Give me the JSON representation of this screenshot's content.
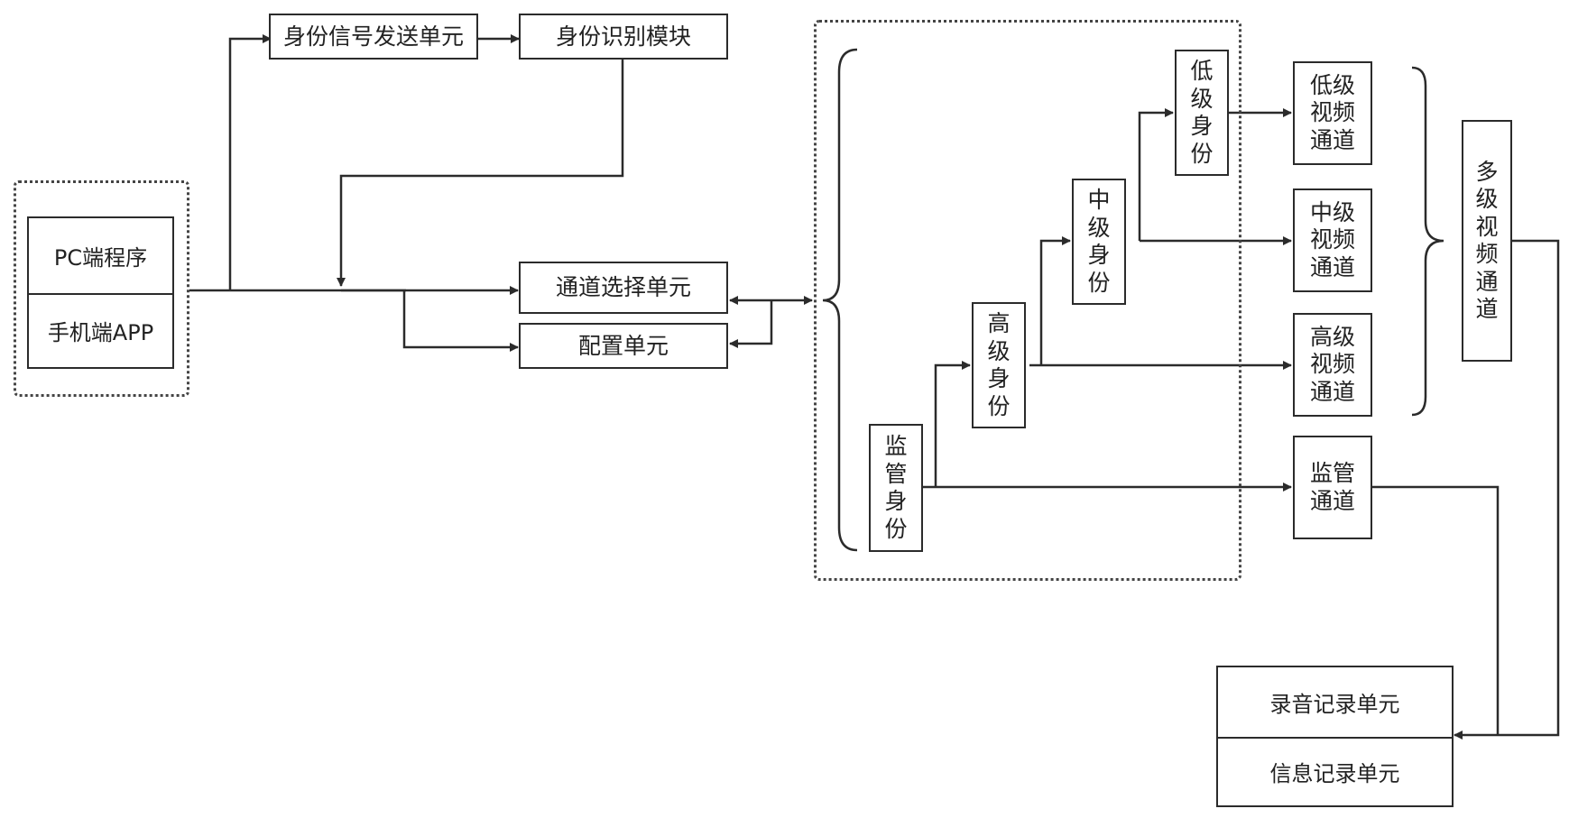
{
  "client": {
    "pc_program": "PC端程序",
    "mobile_app": "手机端APP"
  },
  "top": {
    "identity_signal_sender": "身份信号发送单元",
    "identity_recognition": "身份识别模块"
  },
  "middle": {
    "channel_select": "通道选择单元",
    "config": "配置单元"
  },
  "identities": {
    "low": "低级身份",
    "mid": "中级身份",
    "high": "高级身份",
    "supervise": "监管身份"
  },
  "channels": {
    "low": "低级视频通道",
    "mid": "中级视频通道",
    "high": "高级视频通道",
    "supervise": "监管通道"
  },
  "multi_channel": "多级视频通道",
  "records": {
    "audio": "录音记录单元",
    "info": "信息记录单元"
  }
}
